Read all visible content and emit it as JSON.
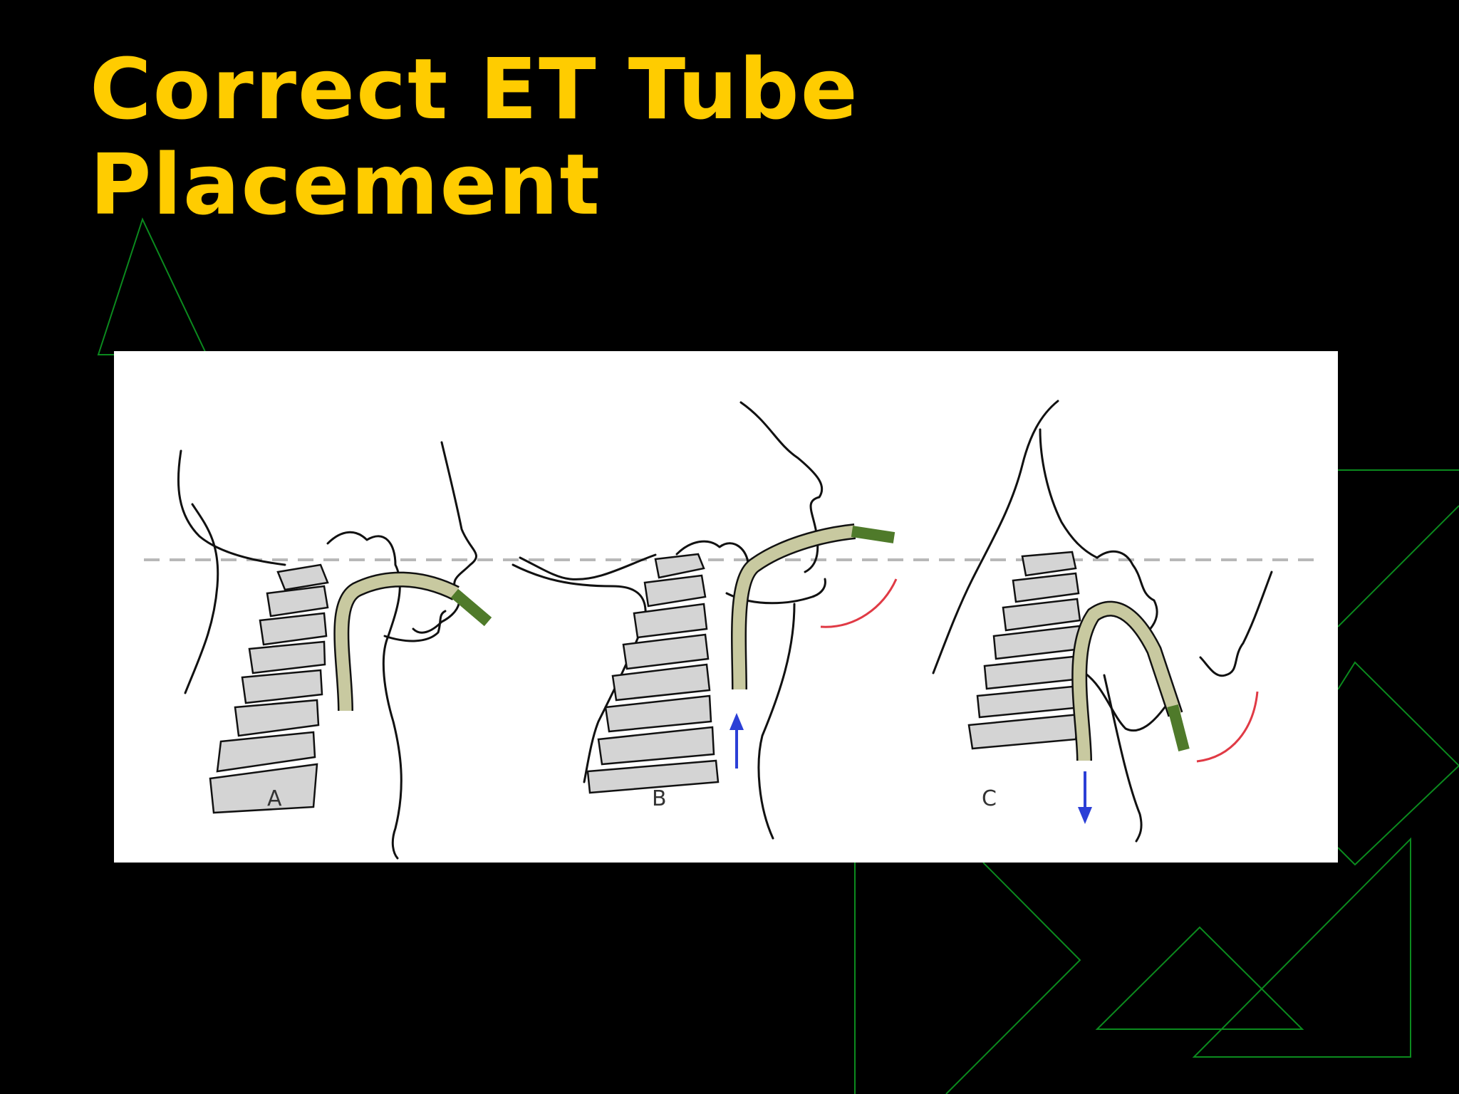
{
  "slide": {
    "title": "Correct ET Tube\nPlacement"
  },
  "figure": {
    "panels": [
      {
        "label": "A"
      },
      {
        "label": "B"
      },
      {
        "label": "C"
      }
    ]
  },
  "colors": {
    "background": "#000000",
    "title": "#FFCC00",
    "decoration_lines": "#0B8A1E",
    "figure_background": "#FFFFFF",
    "tube": "#C8C9A0",
    "tube_cuff": "#4F7A2A",
    "vertebrae": "#D4D4D4",
    "reference_line": "#B8B8B8",
    "arrow": "#2B3FD6",
    "arc": "#E03A45"
  }
}
